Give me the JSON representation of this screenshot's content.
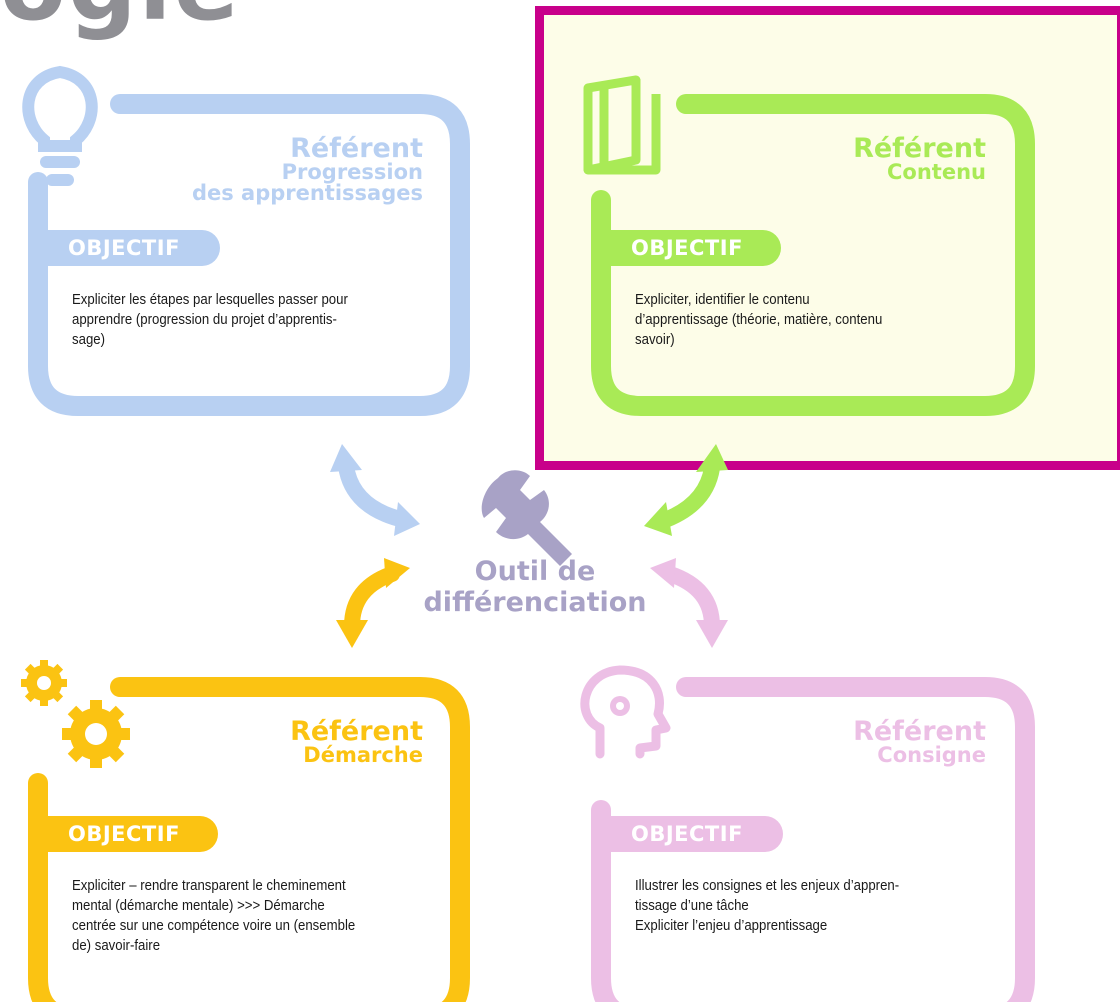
{
  "page": {
    "title_fragment": "ogie"
  },
  "center": {
    "line1": "Outil de",
    "line2": "différenciation"
  },
  "cards": {
    "progression": {
      "heading": "Référent",
      "subtitle_line1": "Progression",
      "subtitle_line2": "des apprentissages",
      "badge": "OBJECTIF",
      "lines": [
        "Expliciter les étapes par lesquelles passer pour",
        "apprendre (progression du projet d’apprentis-",
        "sage)"
      ],
      "color": "#b8d0f2",
      "icon": "lightbulb-icon"
    },
    "contenu": {
      "heading": "Référent",
      "subtitle_line1": "Contenu",
      "badge": "OBJECTIF",
      "lines": [
        "Expliciter, identifier le contenu",
        "d’apprentissage (théorie, matière, contenu",
        "savoir)"
      ],
      "color": "#a9ea56",
      "icon": "book-icon"
    },
    "demarche": {
      "heading": "Référent",
      "subtitle_line1": "Démarche",
      "badge": "OBJECTIF",
      "lines": [
        "Expliciter – rendre transparent le cheminement",
        "mental (démarche mentale) >>> Démarche",
        "centrée sur une compétence voire un (ensemble",
        "de) savoir-faire"
      ],
      "color": "#fbc312",
      "icon": "gears-icon"
    },
    "consigne": {
      "heading": "Référent",
      "subtitle_line1": "Consigne",
      "badge": "OBJECTIF",
      "lines": [
        "Illustrer les consignes et les enjeux d’appren-",
        "tissage d’une tâche",
        "Expliciter l’enjeu d’apprentissage"
      ],
      "color": "#ecbfe5",
      "icon": "head-gear-icon"
    }
  },
  "colors": {
    "highlight_border": "#c8008a",
    "highlight_fill": "#fdfde8",
    "center_tool": "#a8a2c6"
  }
}
